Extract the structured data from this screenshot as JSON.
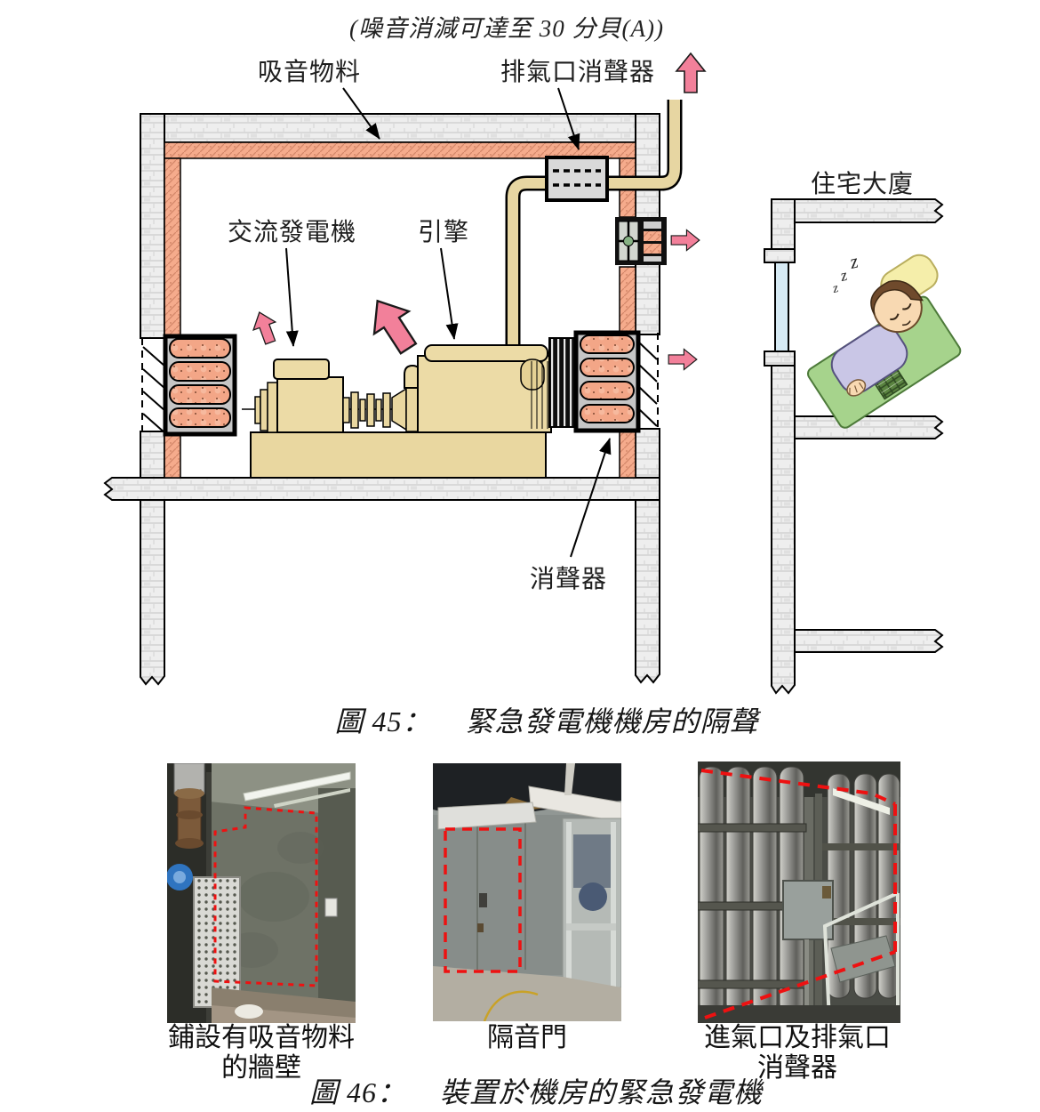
{
  "header": {
    "title": "(噪音消減可達至 30 分貝(A))"
  },
  "diagram": {
    "labels": {
      "absorbing_material": "吸音物料",
      "exhaust_outlet_silencer": "排氣口消聲器",
      "alternator": "交流發電機",
      "engine": "引擎",
      "silencer": "消聲器",
      "residential_building": "住宅大廈",
      "z": "z"
    },
    "colors": {
      "wall_gray": "#eeeeee",
      "lining_salmon": "#f5ab8c",
      "machine_tan": "#e9d7a0",
      "noise_arrow_pink": "#f2809a",
      "highlight_red": "#ee1111"
    }
  },
  "figure45": {
    "label": "圖 45：",
    "caption": "緊急發電機機房的隔聲"
  },
  "photos": {
    "photo1": {
      "caption1": "鋪設有吸音物料",
      "caption2": "的牆壁"
    },
    "photo2": {
      "caption1": "隔音門"
    },
    "photo3": {
      "caption1": "進氣口及排氣口",
      "caption2": "消聲器"
    }
  },
  "figure46": {
    "label": "圖 46：",
    "caption": "裝置於機房的緊急發電機"
  }
}
